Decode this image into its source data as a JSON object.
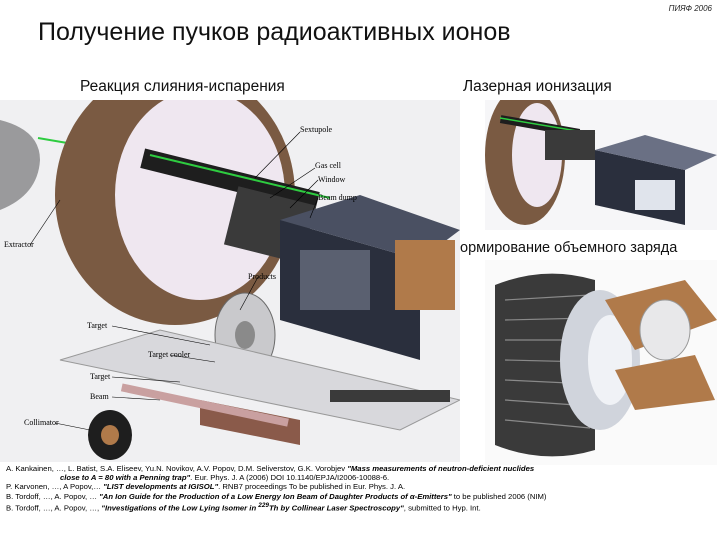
{
  "header": {
    "org": "ПИЯФ 2006",
    "title": "Получение пучков радиоактивных ионов"
  },
  "subtitles": {
    "left": "Реакция слияния-испарения",
    "right_top": "Лазерная ионизация",
    "right_bottom": "Формирование объемного заряда"
  },
  "left_labels": {
    "sextupole": "Sextupole",
    "gas_cell": "Gas cell",
    "window": "Window",
    "beam_dump": "Beam dump",
    "extractor": "Extractor",
    "products": "Products",
    "target": "Target",
    "target_cooler": "Target cooler",
    "target2": "Target",
    "beam": "Beam",
    "collimator": "Collimator"
  },
  "colors": {
    "ring": "#7a5a42",
    "ring_inner": "#efe7f0",
    "beam": "#2ecc40",
    "rod": "#1e1e1e",
    "box": "#2a2f3d",
    "copper": "#b07a4a"
  },
  "references": {
    "r1_normal": "A. Kankainen, …, L. Batist, S.A. Eliseev, Yu.N. Novikov, A.V. Popov, D.M. Seliverstov, G.K. Vorobjev ",
    "r1_bi": "\"Mass measurements of neutron-deficient nuclides",
    "r1b_bi": "close to A = 80 with a Penning trap\"",
    "r1b_normal": ". Eur. Phys. J. A (2006) DOI 10.1140/EPJA/I2006-10088-6.",
    "r2_normal": "P. Karvonen, …, A Popov,… ",
    "r2_bi": "\"LIST developments at IGISOL\"",
    "r2_tail": ". RNB7 proceedings To be published in Eur. Phys. J. A.",
    "r3_normal": "B. Tordoff, …, A. Popov, … ",
    "r3_bi": "\"An Ion Guide for the Production of a Low Energy Ion Beam of Daughter Products of α-Emitters\"",
    "r3_tail": " to be published 2006 (NIM)",
    "r4_normal": "B. Tordoff, …, A. Popov, …, ",
    "r4_bi_a": "\"Investigations of the Low Lying Isomer in ",
    "r4_sup": "229",
    "r4_bi_b": "Th by Collinear Laser Spectroscopy\"",
    "r4_tail": ", submitted to Hyp. Int."
  }
}
